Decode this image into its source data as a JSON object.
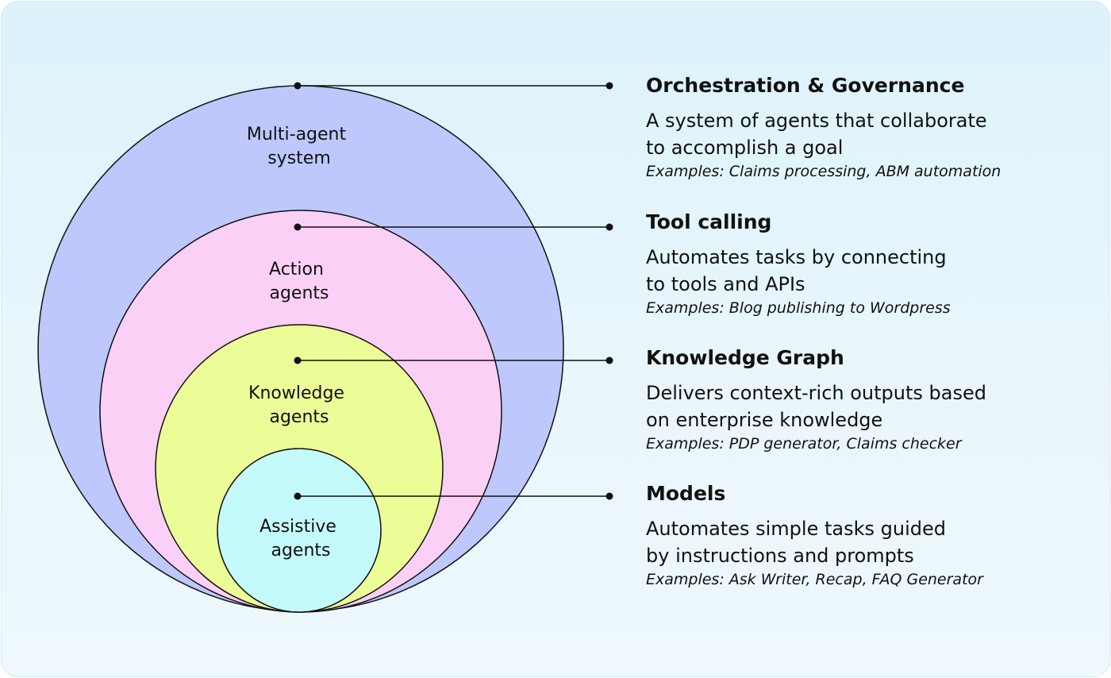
{
  "circles": [
    {
      "label_lines": [
        "Multi-agent",
        "system"
      ],
      "fill": "#bec8fd"
    },
    {
      "label_lines": [
        "Action",
        "agents"
      ],
      "fill": "#fbd0f6"
    },
    {
      "label_lines": [
        "Knowledge",
        "agents"
      ],
      "fill": "#ecfc97"
    },
    {
      "label_lines": [
        "Assistive",
        "agents"
      ],
      "fill": "#c5fafc"
    }
  ],
  "layers": [
    {
      "title": "Orchestration & Governance",
      "body_lines": [
        "A system of agents that collaborate",
        "to accomplish a goal"
      ],
      "examples_prefix": "Examples",
      "examples_text": ": Claims processing, ABM automation"
    },
    {
      "title": "Tool calling",
      "body_lines": [
        "Automates tasks by connecting",
        "to tools and APIs"
      ],
      "examples_prefix": "Examples",
      "examples_text": ": Blog publishing to Wordpress"
    },
    {
      "title": "Knowledge Graph",
      "body_lines": [
        "Delivers context-rich outputs based",
        "on enterprise knowledge"
      ],
      "examples_prefix": "Examples",
      "examples_text": ": PDP generator, Claims checker"
    },
    {
      "title": "Models",
      "body_lines": [
        "Automates simple tasks guided",
        "by instructions and prompts"
      ],
      "examples_prefix": "Examples",
      "examples_text": ": Ask Writer, Recap, FAQ Generator"
    }
  ],
  "colors": {
    "stroke": "#111111",
    "background_top": "#ddf2fb",
    "background_bottom": "#eef8fd"
  }
}
